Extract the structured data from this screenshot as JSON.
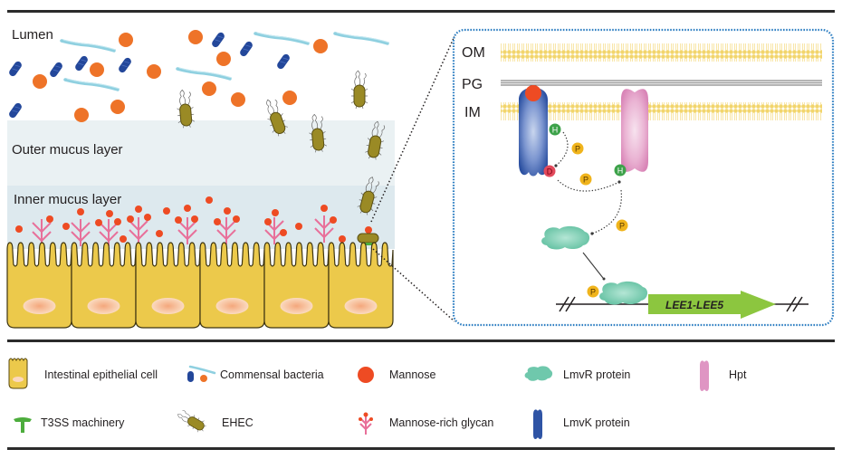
{
  "figure": {
    "regions": {
      "lumen": "Lumen",
      "outer_mucus": "Outer mucus layer",
      "inner_mucus": "Inner mucus layer"
    },
    "membranes": {
      "om": "OM",
      "pg": "PG",
      "im": "IM"
    },
    "residues": {
      "histidine": "H",
      "aspartate": "D",
      "phosphate": "P"
    },
    "gene_label": "LEE1-LEE5",
    "colors": {
      "epithelial_cell": "#ecc94b",
      "nucleus": "#f6b68d",
      "mucus": "#e4eef1",
      "mannose": "#ee4b23",
      "glycan": "#e8709a",
      "commensal_rod": "#23479a",
      "commensal_filament": "#8fd0e0",
      "commensal_coccus": "#ee7328",
      "ehec": "#9a8a25",
      "lmvk": "#2f54a5",
      "hpt": "#e7a1cb",
      "lmvr": "#6fc8ac",
      "membrane": "#f5dc7a",
      "his_badge": "#3da24a",
      "asp_badge": "#e2495b",
      "phos_badge": "#f0b41c",
      "gene_arrow": "#8cc63f",
      "inset_border": "#2f7fc2",
      "t3ss": "#4dad3d"
    }
  },
  "legend": {
    "items": [
      {
        "id": "epithelial",
        "label": "Intestinal epithelial cell"
      },
      {
        "id": "commensal",
        "label": "Commensal bacteria"
      },
      {
        "id": "mannose",
        "label": "Mannose"
      },
      {
        "id": "lmvr",
        "label": "LmvR protein"
      },
      {
        "id": "hpt",
        "label": "Hpt"
      },
      {
        "id": "t3ss",
        "label": "T3SS machinery"
      },
      {
        "id": "ehec",
        "label": "EHEC"
      },
      {
        "id": "glycan",
        "label": "Mannose-rich glycan"
      },
      {
        "id": "lmvk",
        "label": "LmvK protein"
      }
    ]
  }
}
